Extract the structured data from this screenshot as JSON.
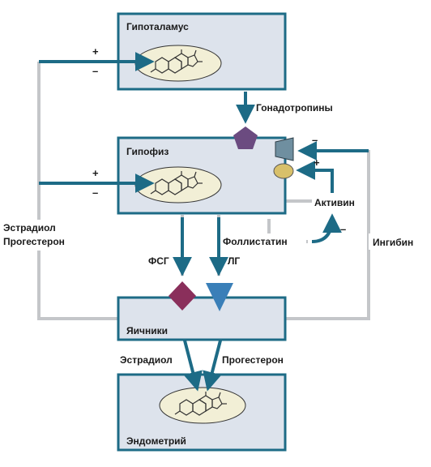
{
  "boxes": {
    "hypothalamus": "Гипоталамус",
    "pituitary": "Гипофиз",
    "ovaries": "Яичники",
    "endometrium": "Эндометрий"
  },
  "labels": {
    "gonadotropins": "Гонадотропины",
    "activin": "Активин",
    "follistatin": "Фоллистатин",
    "fsh": "ФСГ",
    "lh": "ЛГ",
    "inhibin": "Ингибин",
    "estradiol_progesterone_line1": "Эстрадиол",
    "estradiol_progesterone_line2": "Прогестерон",
    "estradiol": "Эстрадиол",
    "progesterone": "Прогестерон"
  },
  "signs": {
    "plus": "+",
    "minus": "–"
  },
  "colors": {
    "box_fill": "#dde3ec",
    "box_border": "#1d6b86",
    "arrow": "#1d6b86",
    "gray_line": "#c4c6c9",
    "gonadotropin_shape": "#6b4b80",
    "fsh_shape": "#8a2f5b",
    "lh_shape": "#3a7fb8",
    "receptor": "#6f8fa0",
    "activin_receptor": "#d8c06a",
    "ellipse_fill": "#f2efd6"
  },
  "icons": {
    "steroid": "steroid-molecule-icon",
    "gonadotropin": "pentagon-icon",
    "fsh": "diamond-icon",
    "lh": "triangle-down-icon"
  }
}
